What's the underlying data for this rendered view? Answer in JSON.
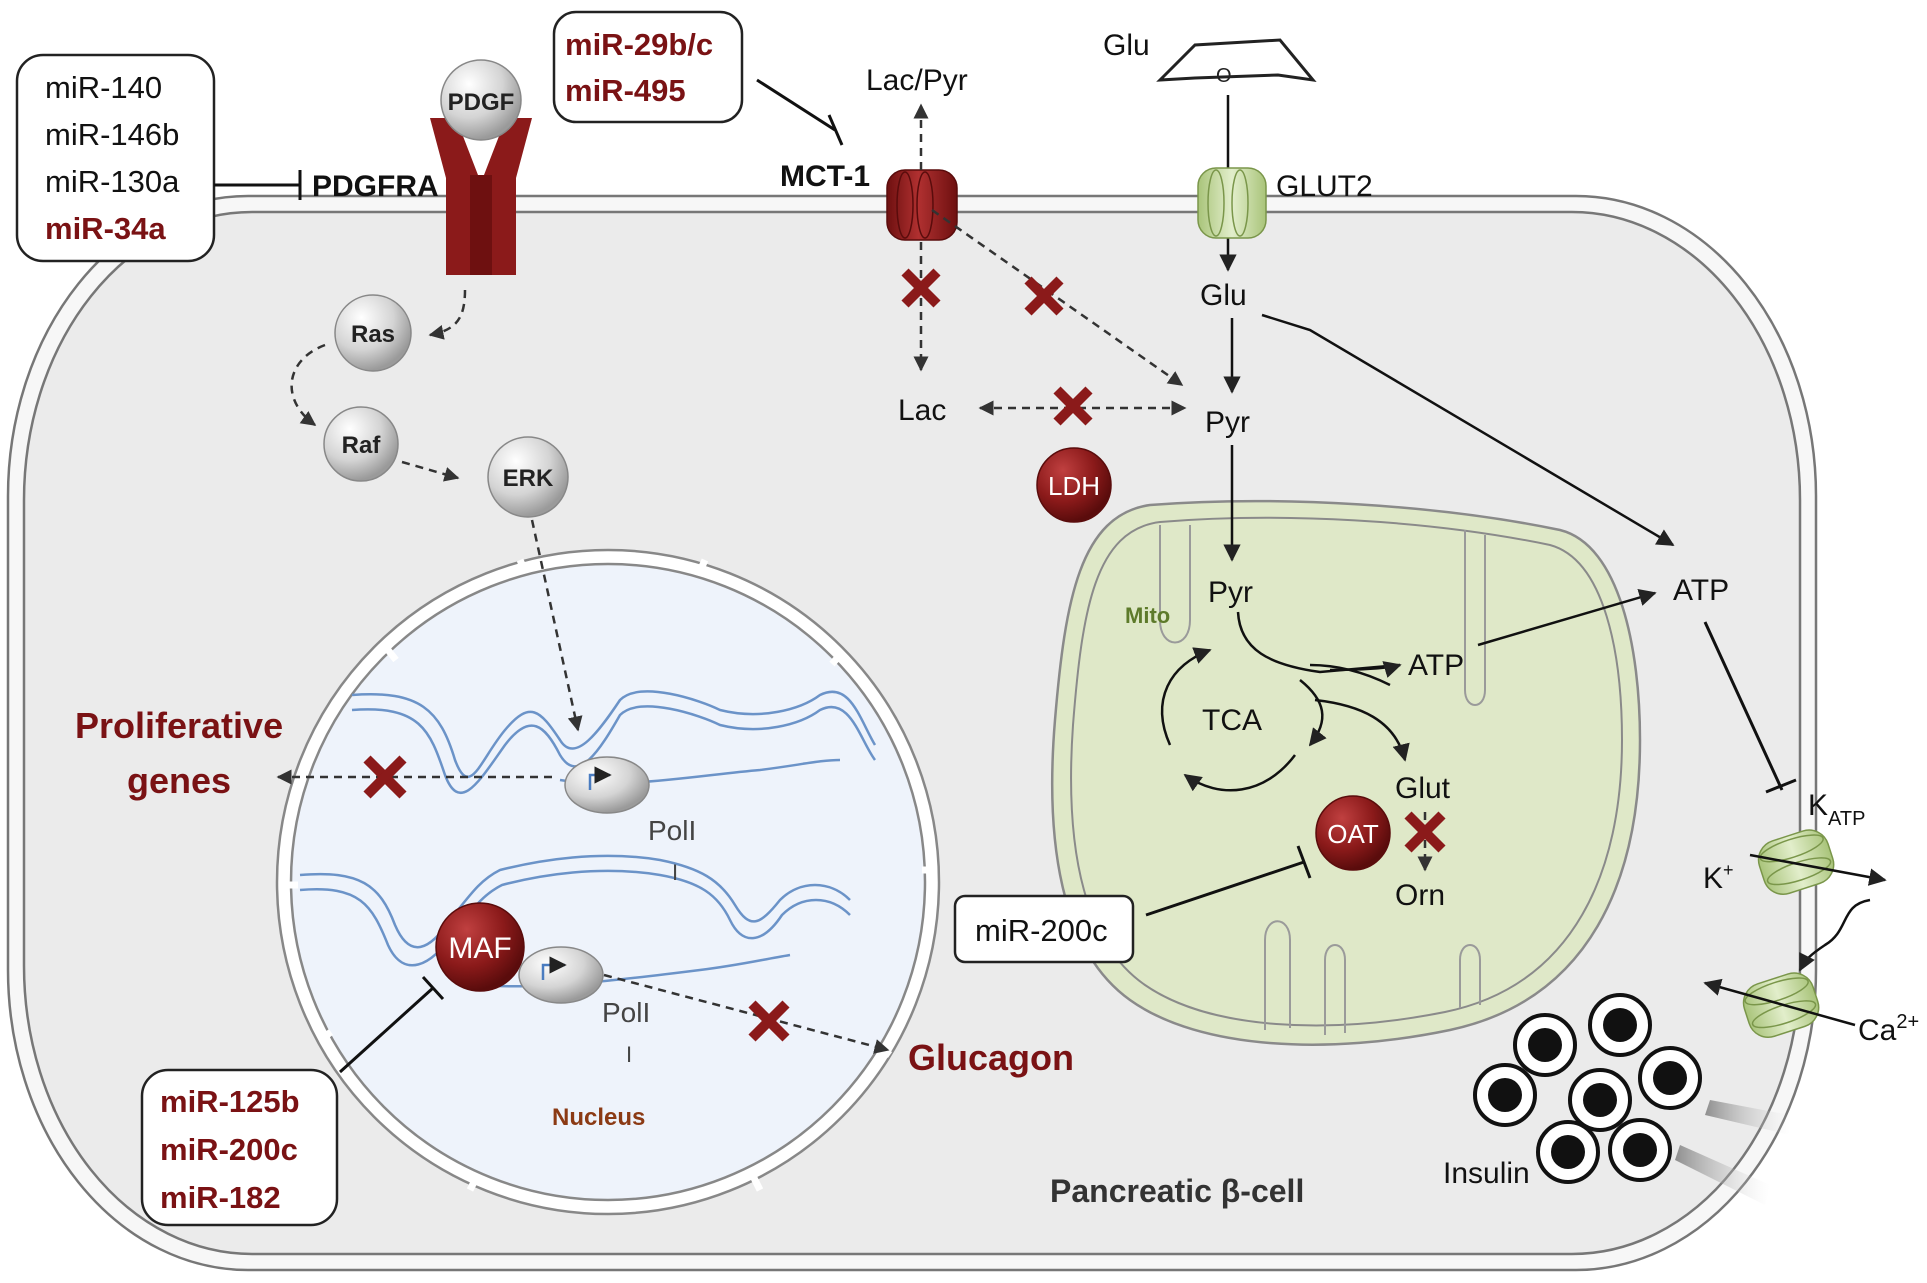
{
  "colors": {
    "mirna_highlight": "#7a1214",
    "cell_fill": "#eeeeee",
    "nucleus_fill": "#f0f5fc",
    "mito_fill": "#dfe8c8",
    "transporter_red": "#8b1a1a",
    "channel_green": "#c9dba0",
    "dna_blue": "#6b93c8"
  },
  "mirna_boxes": {
    "pdgfra_group": [
      "miR-140",
      "miR-146b",
      "miR-130a",
      "miR-34a"
    ],
    "mct1_group": [
      "miR-29b/c",
      "miR-495"
    ],
    "oat_group": [
      "miR-200c"
    ],
    "maf_group": [
      "miR-125b",
      "miR-200c",
      "miR-182"
    ]
  },
  "receptor": {
    "ligand": "PDGF",
    "receptor": "PDGFRA"
  },
  "signaling": {
    "ras": "Ras",
    "raf": "Raf",
    "erk": "ERK"
  },
  "transporters": {
    "mct1": "MCT-1",
    "glut2": "GLUT2",
    "katp_main": "K",
    "katp_sub": "ATP"
  },
  "metabolites": {
    "lac_pyr": "Lac/Pyr",
    "glu_outside": "Glu",
    "glu_ring_o": "O",
    "glu_inside": "Glu",
    "pyr_cyto": "Pyr",
    "lac": "Lac",
    "ldh": "LDH",
    "atp_cyto": "ATP",
    "k_main": "K",
    "k_sup": "+",
    "ca_main": "Ca",
    "ca_sup": "2+",
    "insulin": "Insulin"
  },
  "mito": {
    "label": "Mito",
    "pyr": "Pyr",
    "tca": "TCA",
    "atp": "ATP",
    "glut": "Glut",
    "oat": "OAT",
    "orn": "Orn"
  },
  "nucleus": {
    "label": "Nucleus",
    "poll_1_a": "PolI",
    "poll_1_b": "I",
    "poll_2_a": "PolI",
    "poll_2_b": "I",
    "maf": "MAF",
    "proliferative_1": "Proliferative",
    "proliferative_2": "genes",
    "glucagon": "Glucagon"
  },
  "cell_label": "Pancreatic β-cell"
}
